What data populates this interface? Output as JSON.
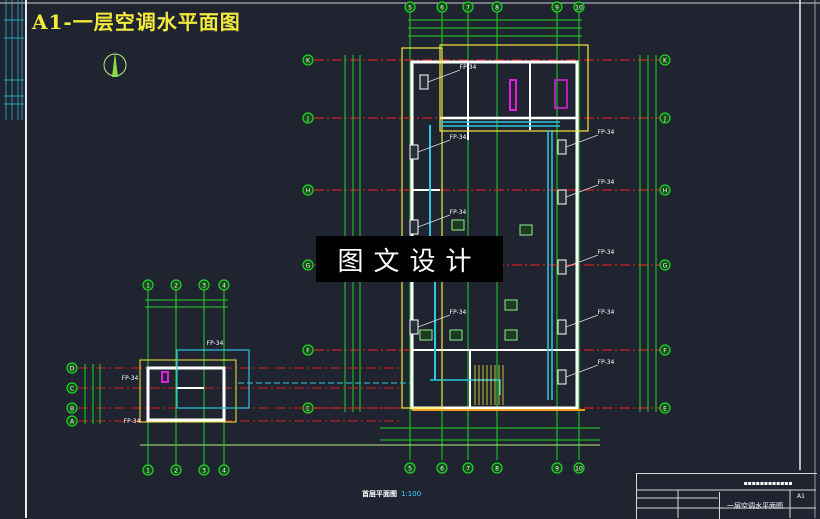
{
  "drawing": {
    "title": "A1-一层空调水平面图",
    "watermark": "图文设计",
    "caption": "首层平面图",
    "caption_scale": "1:100",
    "colors": {
      "background": "#1f2430",
      "axis": "#22d32a",
      "wall": "#ffffff",
      "pipe_cyan": "#2ec7e0",
      "pipe_yellow": "#f2ea3c",
      "axis_red": "#d02020",
      "accent_magenta": "#e020e0"
    }
  },
  "main_plan": {
    "axis_top": [
      "5",
      "6",
      "7",
      "8",
      "9",
      "10"
    ],
    "axis_rows": [
      "K",
      "J",
      "H",
      "G",
      "F",
      "E"
    ],
    "units": [
      "FP-34",
      "FP-34",
      "FP-34",
      "FP-34",
      "FP-34",
      "FP-34",
      "FP-34",
      "FP-34",
      "FP-34"
    ]
  },
  "small_plan": {
    "axis_top": [
      "1",
      "2",
      "3",
      "4"
    ],
    "axis_rows": [
      "D",
      "C",
      "B",
      "A"
    ],
    "units": [
      "FP-34",
      "FP-34",
      "FP-34"
    ]
  },
  "title_block": {
    "drawing_name": "一层空调水平面图",
    "sheet_no": "A1"
  }
}
